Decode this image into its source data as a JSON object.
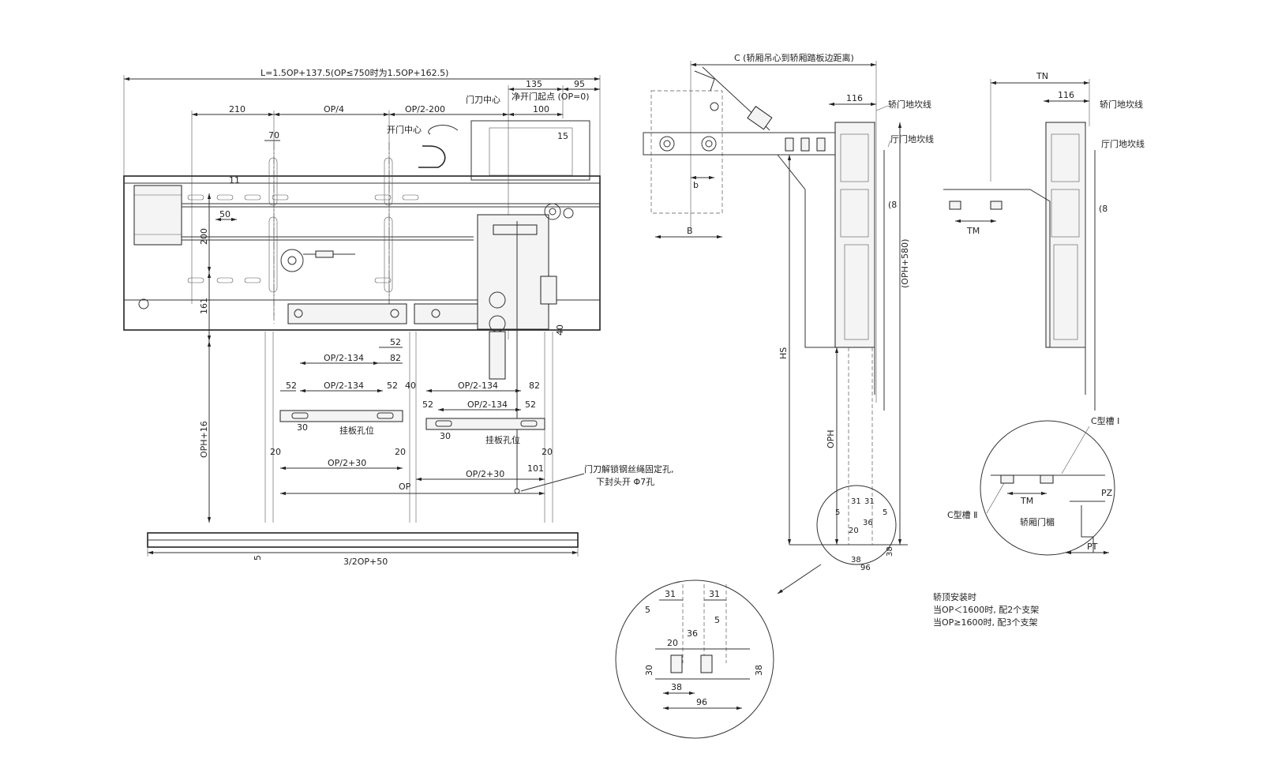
{
  "front_view": {
    "overall_length": "L=1.5OP+137.5(OP≤750时为1.5OP+162.5)",
    "d_135": "135",
    "d_95": "95",
    "d_100": "100",
    "d_210": "210",
    "d_op4": "OP/4",
    "d_op2_200": "OP/2-200",
    "d_70": "70",
    "d_15": "15",
    "d_11": "11",
    "d_50": "50",
    "d_200": "200",
    "d_161": "161",
    "d_40": "40",
    "d_op2_134_a": "OP/2-134",
    "d_52_a": "52",
    "d_82_a": "82",
    "d_52_b": "52",
    "d_op2_134_b": "OP/2-134",
    "d_52_c": "52",
    "d_40_b": "40",
    "d_op2_134_c": "OP/2-134",
    "d_82_b": "82",
    "d_52_d": "52",
    "d_op2_134_d": "OP/2-134",
    "d_52_e": "52",
    "d_30_a": "30",
    "d_30_b": "30",
    "d_oph16": "OPH+16",
    "d_20_a": "20",
    "d_op2_30_a": "OP/2+30",
    "d_20_b": "20",
    "d_op2_30_b": "OP/2+30",
    "d_20_c": "20",
    "d_101": "101",
    "d_op": "OP",
    "d_5": "5",
    "d_32op50": "3/2OP+50",
    "lbl_knife_center": "门刀中心",
    "lbl_clear_open_start": "净开门起点 (OP=0)",
    "lbl_open_center": "开门中心",
    "lbl_hang_holes_a": "挂板孔位",
    "lbl_hang_holes_b": "挂板孔位",
    "lbl_wire_hole": "门刀解锁钢丝绳固定孔,",
    "lbl_wire_hole2": "下封头开 Φ7孔"
  },
  "side_view": {
    "d_c": "C (轿厢吊心到轿厢踏板边距离)",
    "d_116": "116",
    "lbl_car_sill": "轿门地坎线",
    "lbl_hall_sill": "厅门地坎线",
    "d_8": "(8",
    "d_b_small": "b",
    "d_b_big": "B",
    "d_hs": "HS",
    "d_oph": "OPH",
    "d_oph580": "(OPH+580)",
    "d_31a": "31",
    "d_31b": "31",
    "d_5a": "5",
    "d_5b": "5",
    "d_36": "36",
    "d_20": "20",
    "d_38": "38",
    "d_38v": "38",
    "d_96": "96"
  },
  "right_view": {
    "d_tn": "TN",
    "d_116": "116",
    "lbl_car_sill": "轿门地坎线",
    "lbl_hall_sill": "厅门地坎线",
    "d_8": "(8",
    "d_tm": "TM",
    "lbl_c_channel_1": "C型槽 Ⅰ",
    "lbl_c_channel_2": "C型槽 Ⅱ",
    "d_tm2": "TM",
    "d_pz": "PZ",
    "lbl_car_door_head": "轿厢门楣",
    "d_pt": "PT"
  },
  "detail_circle": {
    "d_31a": "31",
    "d_31b": "31",
    "d_5a": "5",
    "d_5b": "5",
    "d_36": "36",
    "d_20": "20",
    "d_30": "30",
    "d_38v": "38",
    "d_38": "38",
    "d_96": "96"
  },
  "notes": {
    "title": "轿顶安装时",
    "line1": "当OP＜1600时, 配2个支架",
    "line2": "当OP≥1600时, 配3个支架"
  }
}
